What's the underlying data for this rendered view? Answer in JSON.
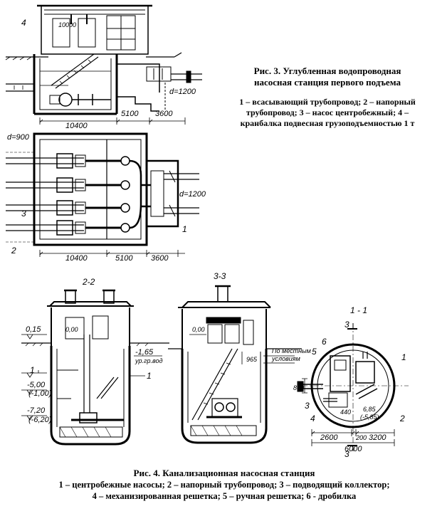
{
  "figure3": {
    "title_line1": "Рис. 3. Углубленная водопроводная",
    "title_line2": "насосная станция первого подъема",
    "legend_line1": "1 – всасывающий трубопровод; 2 – напорный",
    "legend_line2": "трубопровод; 3 – насос центробежный; 4 –",
    "legend_line3": "кранбалка подвесная грузоподъемностью 1 т",
    "section": {
      "callout": "4",
      "top_label": "10000",
      "pipe_diameter": "d=1200",
      "dim_left": "10400",
      "dim_middle": "5100",
      "dim_right": "3600"
    },
    "plan": {
      "pipe_diameter_left": "d=900",
      "pipe_diameter_right": "d=1200",
      "callout_1": "1",
      "callout_2": "2",
      "callout_3": "3",
      "dim_left": "10400",
      "dim_middle": "5100",
      "dim_right": "3600"
    }
  },
  "figure4": {
    "title": "Рис. 4. Канализационная насосная станция",
    "legend_line1": "1 – центробежные насосы; 2 – напорный трубопровод; 3 – подводящий коллектор;",
    "legend_line2": "4 – механизированная решетка; 5 – ручная решетка; 6 - дробилка",
    "section_22": {
      "label": "2-2",
      "level_ground": "0,15",
      "level_floor": "0,00",
      "level_water": "-1,65",
      "water_note": "ур.гр.вод",
      "level_mid": "-5,00",
      "level_mid_alt": "(-1,00)",
      "level_bottom": "-7,20",
      "level_bottom_alt": "(-6,20)",
      "callout_1": "1",
      "callout_1b": "1"
    },
    "section_33": {
      "label": "3-3",
      "level_floor": "0,00",
      "dim": "965",
      "note_line1": "По местным",
      "note_line2": "условиям"
    },
    "section_11": {
      "label": "1 - 1",
      "mark_3_top": "3",
      "mark_3_bottom": "3",
      "callout_1": "1",
      "callout_2": "2",
      "callout_3": "3",
      "callout_4": "4",
      "callout_5": "5",
      "callout_6": "6",
      "dim_800": "800",
      "dim_440": "440",
      "level_inner": "6,85",
      "level_inner_alt": "(-5,85)",
      "dim_2600": "2600",
      "dim_200": "200",
      "dim_3200": "3200",
      "dim_6000": "6000"
    }
  }
}
